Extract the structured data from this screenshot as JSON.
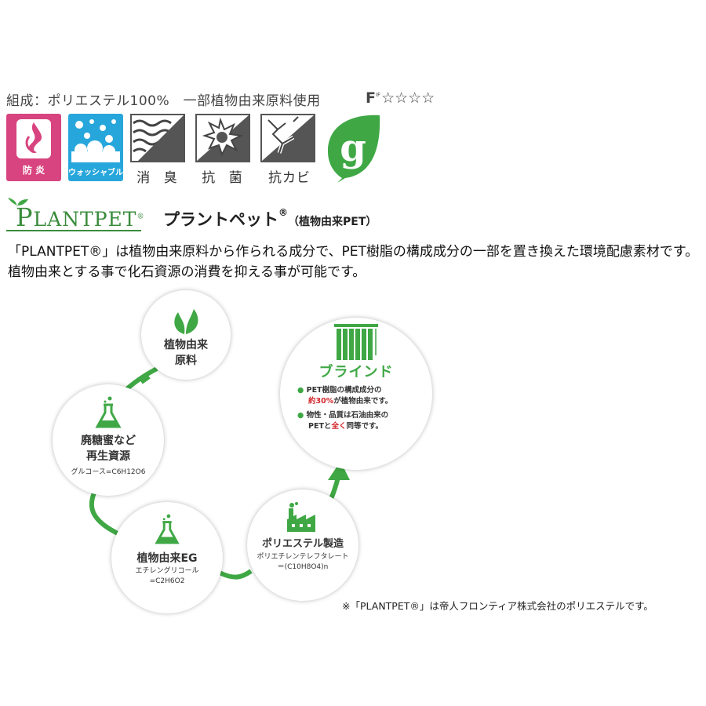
{
  "header": {
    "composition": "組成：ポリエステル100%　一部植物由来原料使用",
    "formaldehyde_letter": "F",
    "formaldehyde_sup": "IF",
    "formaldehyde_stars": "☆☆☆☆"
  },
  "features": [
    {
      "label": "防 炎",
      "icon": "flame-icon",
      "color": "#d8447f"
    },
    {
      "label": "ウォッシャブル",
      "icon": "bubbles-icon",
      "color": "#27a6dc"
    },
    {
      "label": "消 臭",
      "icon": "deodorize-icon"
    },
    {
      "label": "抗 菌",
      "icon": "antibacterial-icon"
    },
    {
      "label": "抗カビ",
      "icon": "antimold-icon"
    },
    {
      "label": "g",
      "icon": "green-leaf-g-icon",
      "color": "#3fa845"
    }
  ],
  "plantpet": {
    "logo_p": "P",
    "logo_rest": "LANTPET",
    "logo_reg": "®",
    "title": "プラントペット",
    "title_reg": "®",
    "title_paren": "（植物由来PET）",
    "description": "「PLANTPET®」は植物由来原料から作られる成分で、PET樹脂の構成成分の一部を置き換えた環境配慮素材です。植物由来とする事で化石資源の消費を抑える事が可能です。"
  },
  "diagram": {
    "plant": {
      "title_line1": "植物由来",
      "title_line2": "原料",
      "icon": "leaf-icon"
    },
    "molasses": {
      "title_line1": "廃糖蜜など",
      "title_line2": "再生資源",
      "formula": "グルコース=C6H12O6",
      "icon": "flask-icon"
    },
    "eg": {
      "title": "植物由来EG",
      "sub1": "エチレングリコール",
      "sub2": "=C2H6O2",
      "icon": "flask-icon"
    },
    "polyester": {
      "title": "ポリエステル製造",
      "sub1": "ポリエチレンテレフタレート",
      "sub2": "＝(C10H8O4)n",
      "icon": "factory-icon"
    },
    "blind": {
      "title": "ブラインド",
      "icon": "blind-icon",
      "bullet1_a": "PET樹脂の構成成分の",
      "bullet1_b_red": "約30%",
      "bullet1_b_rest": "が植物由来です。",
      "bullet2_a": "物性・品質は石油由来の",
      "bullet2_b_1": "PETと",
      "bullet2_b_red": "全く",
      "bullet2_b_2": "同等です。"
    },
    "accent_green": "#3fa845",
    "accent_red": "#d2232a"
  },
  "footnote": "※「PLANTPET®」は帝人フロンティア株式会社のポリエステルです。"
}
